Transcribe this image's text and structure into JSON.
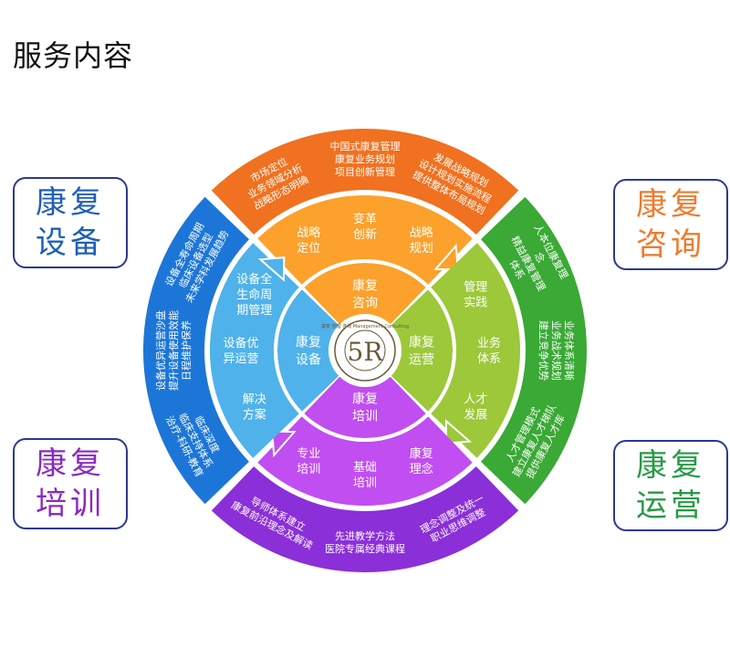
{
  "title": "服务内容",
  "colors": {
    "orange": "#f0711f",
    "orange_light": "#fba12c",
    "green": "#3aa935",
    "green_light": "#9cc83a",
    "purple": "#8b2fd8",
    "purple_light": "#c04ef0",
    "blue": "#1c76d8",
    "blue_light": "#4fb2ea",
    "border": "#2b3990"
  },
  "corners": {
    "top_left": {
      "line1": "康复",
      "line2": "设备",
      "color": "#1f5fb6"
    },
    "top_right": {
      "line1": "康复",
      "line2": "咨询",
      "color": "#ee7b2d"
    },
    "bottom_left": {
      "line1": "康复",
      "line2": "培训",
      "color": "#8a2ac2"
    },
    "bottom_right": {
      "line1": "康复",
      "line2": "运营",
      "color": "#279a46"
    }
  },
  "center_logo": {
    "mark": "5R",
    "ring_text": "康复 管理 咨询 Management Consulting"
  },
  "core": {
    "top": [
      "康复",
      "咨询"
    ],
    "right": [
      "康复",
      "运营"
    ],
    "bottom": [
      "康复",
      "培训"
    ],
    "left": [
      "康复",
      "设备"
    ]
  },
  "middle": {
    "top": [
      [
        "战略",
        "定位"
      ],
      [
        "变革",
        "创新"
      ],
      [
        "战略",
        "规划"
      ]
    ],
    "right": [
      [
        "管理",
        "实践"
      ],
      [
        "业务",
        "体系"
      ],
      [
        "人才",
        "发展"
      ]
    ],
    "bottom": [
      [
        "康复",
        "理念"
      ],
      [
        "基础",
        "培训"
      ],
      [
        "专业",
        "培训"
      ]
    ],
    "left": [
      [
        "解决",
        "方案"
      ],
      [
        "设备优",
        "异运营"
      ],
      [
        "设备全",
        "生命周",
        "期管理"
      ]
    ]
  },
  "outer": {
    "top": [
      [
        "市场定位",
        "业务领域分析",
        "战略形态明确"
      ],
      [
        "中国式康复管理",
        "康复业务规划",
        "项目创新管理"
      ],
      [
        "发展战略规划",
        "设计规划实施流程",
        "提供整体布局规划"
      ]
    ],
    "right": [
      [
        "人本位康复理",
        "念",
        "精益康复管理",
        "体系"
      ],
      [
        "业务体系清晰",
        "业务战术规划",
        "建立竞争优势"
      ],
      [
        "人才管理模式",
        "建立康复人才梯队",
        "提供康复人才库"
      ]
    ],
    "bottom": [
      [
        "理念调整及统一",
        "职业思维调整"
      ],
      [
        "先进教学方法",
        "医院专属经典课程"
      ],
      [
        "导师体系建立",
        "康复前沿理念及解读"
      ]
    ],
    "left": [
      [
        "临床深度",
        "临床支持体系",
        "治疗-科研-教育"
      ],
      [
        "设备优异运营沙盘",
        "提升设备使用效能",
        "日程维护保养"
      ],
      [
        "设备全寿命周期",
        "临床设备选型",
        "未来学科发展趋势"
      ]
    ]
  }
}
